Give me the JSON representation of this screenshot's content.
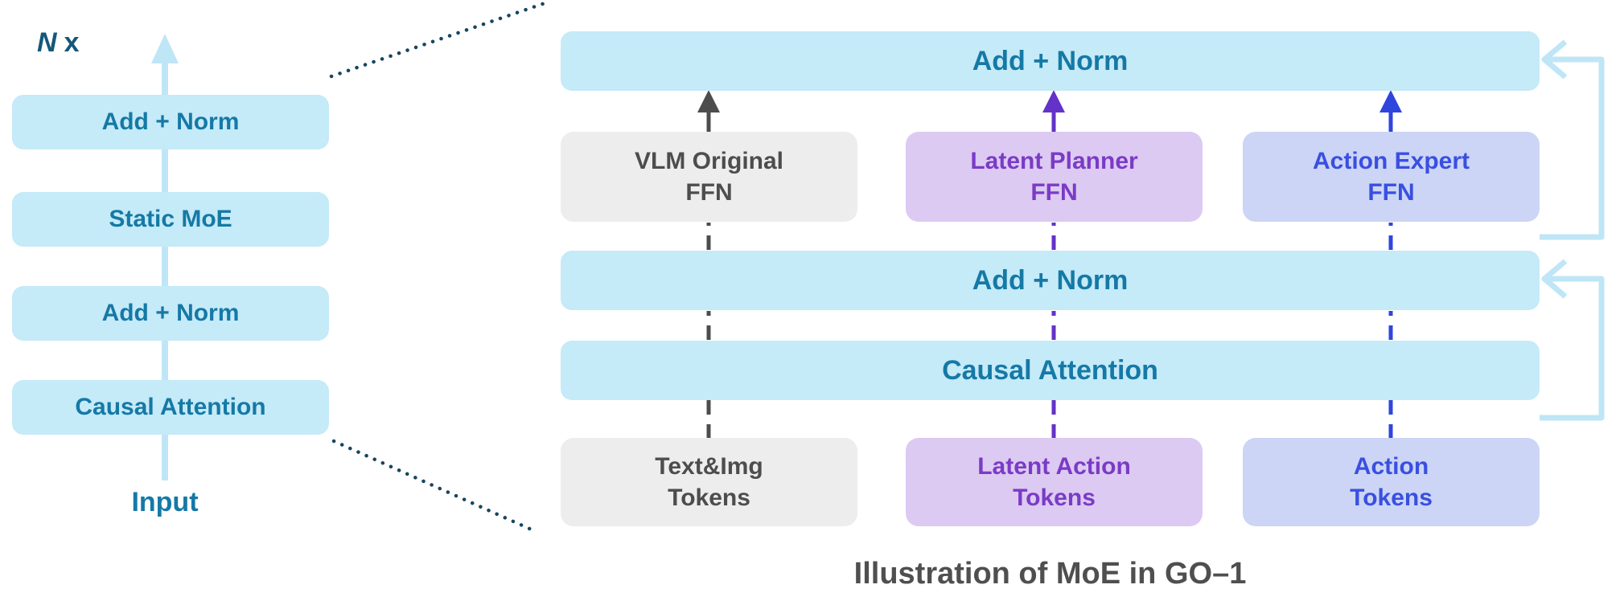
{
  "caption": "Illustration of MoE in GO–1",
  "left_stack": {
    "repeat_n": "N",
    "repeat_x": "x",
    "blocks": [
      {
        "label": "Add + Norm"
      },
      {
        "label": "Static MoE"
      },
      {
        "label": "Add + Norm"
      },
      {
        "label": "Causal Attention"
      }
    ],
    "input_label": "Input"
  },
  "detail_panel": {
    "top_add_norm": "Add + Norm",
    "mid_add_norm": "Add + Norm",
    "causal_attention": "Causal Attention",
    "experts": [
      {
        "label": "VLM Original\nFFN"
      },
      {
        "label": "Latent Planner\nFFN"
      },
      {
        "label": "Action Expert\nFFN"
      }
    ],
    "tokens": [
      {
        "label": "Text&Img\nTokens"
      },
      {
        "label": "Latent Action\nTokens"
      },
      {
        "label": "Action\nTokens"
      }
    ]
  },
  "colors": {
    "bar_fill": "#c5eaf8",
    "bar_text": "#1579a6",
    "vlm_fill": "#ededed",
    "vlm_text": "#4d4d4d",
    "latent_fill": "#dccaf2",
    "latent_text": "#7a3bc6",
    "action_fill": "#ccd5f5",
    "action_text": "#3a4fe0",
    "arrow_vlm": "#4d4d4d",
    "arrow_latent": "#6432c8",
    "arrow_action": "#2e45dd",
    "residual": "#bfe6f6",
    "callout_dots": "#17455f",
    "nx_text": "#14587a",
    "caption_text": "#4f4f4f"
  }
}
